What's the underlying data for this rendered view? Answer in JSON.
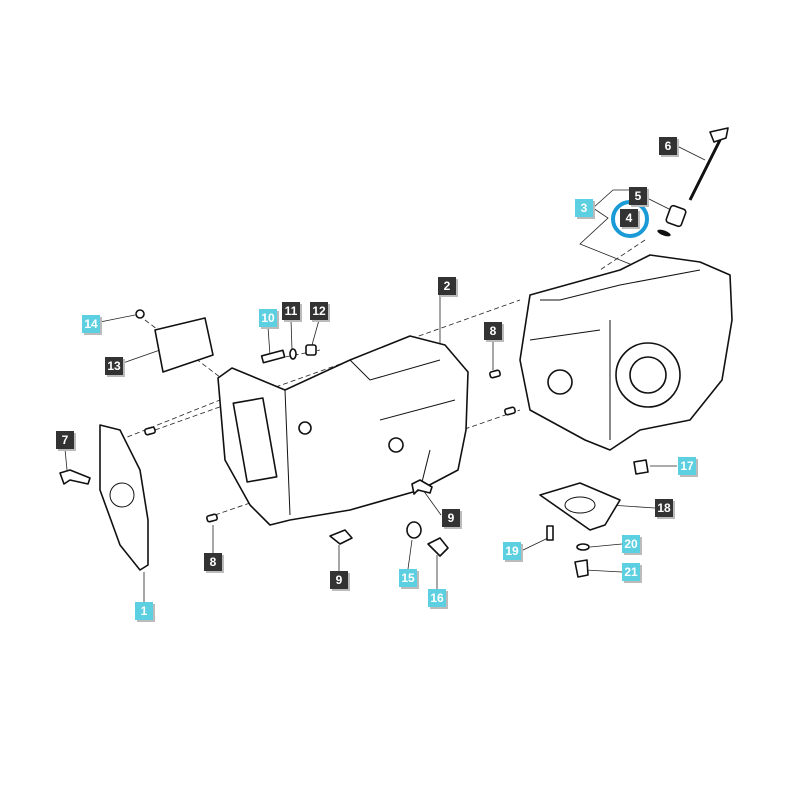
{
  "diagram": {
    "highlight_color": "#1a9ad6",
    "callout_colors": {
      "dark": "#333333",
      "cyan": "#5ccfe0"
    },
    "callouts": [
      {
        "label": "1",
        "style": "cyan"
      },
      {
        "label": "2",
        "style": "dark"
      },
      {
        "label": "3",
        "style": "cyan"
      },
      {
        "label": "4",
        "style": "dark",
        "highlighted": true
      },
      {
        "label": "5",
        "style": "dark"
      },
      {
        "label": "6",
        "style": "dark"
      },
      {
        "label": "7",
        "style": "dark"
      },
      {
        "label": "8",
        "style": "dark"
      },
      {
        "label": "8",
        "style": "dark"
      },
      {
        "label": "9",
        "style": "dark"
      },
      {
        "label": "9",
        "style": "dark"
      },
      {
        "label": "10",
        "style": "cyan"
      },
      {
        "label": "11",
        "style": "dark"
      },
      {
        "label": "12",
        "style": "dark"
      },
      {
        "label": "13",
        "style": "dark"
      },
      {
        "label": "14",
        "style": "cyan"
      },
      {
        "label": "15",
        "style": "cyan"
      },
      {
        "label": "16",
        "style": "cyan"
      },
      {
        "label": "17",
        "style": "cyan"
      },
      {
        "label": "18",
        "style": "dark"
      },
      {
        "label": "19",
        "style": "cyan"
      },
      {
        "label": "20",
        "style": "cyan"
      },
      {
        "label": "21",
        "style": "cyan"
      }
    ]
  }
}
